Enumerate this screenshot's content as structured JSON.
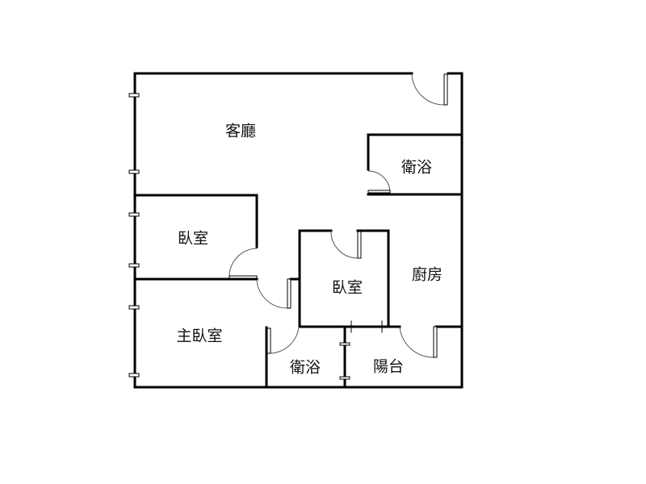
{
  "rooms": {
    "living_room": "客廳",
    "bathroom_1": "衛浴",
    "bedroom_1": "臥室",
    "bedroom_2": "臥室",
    "kitchen": "廚房",
    "master_bedroom": "主臥室",
    "bathroom_2": "衛浴",
    "balcony": "陽台"
  }
}
